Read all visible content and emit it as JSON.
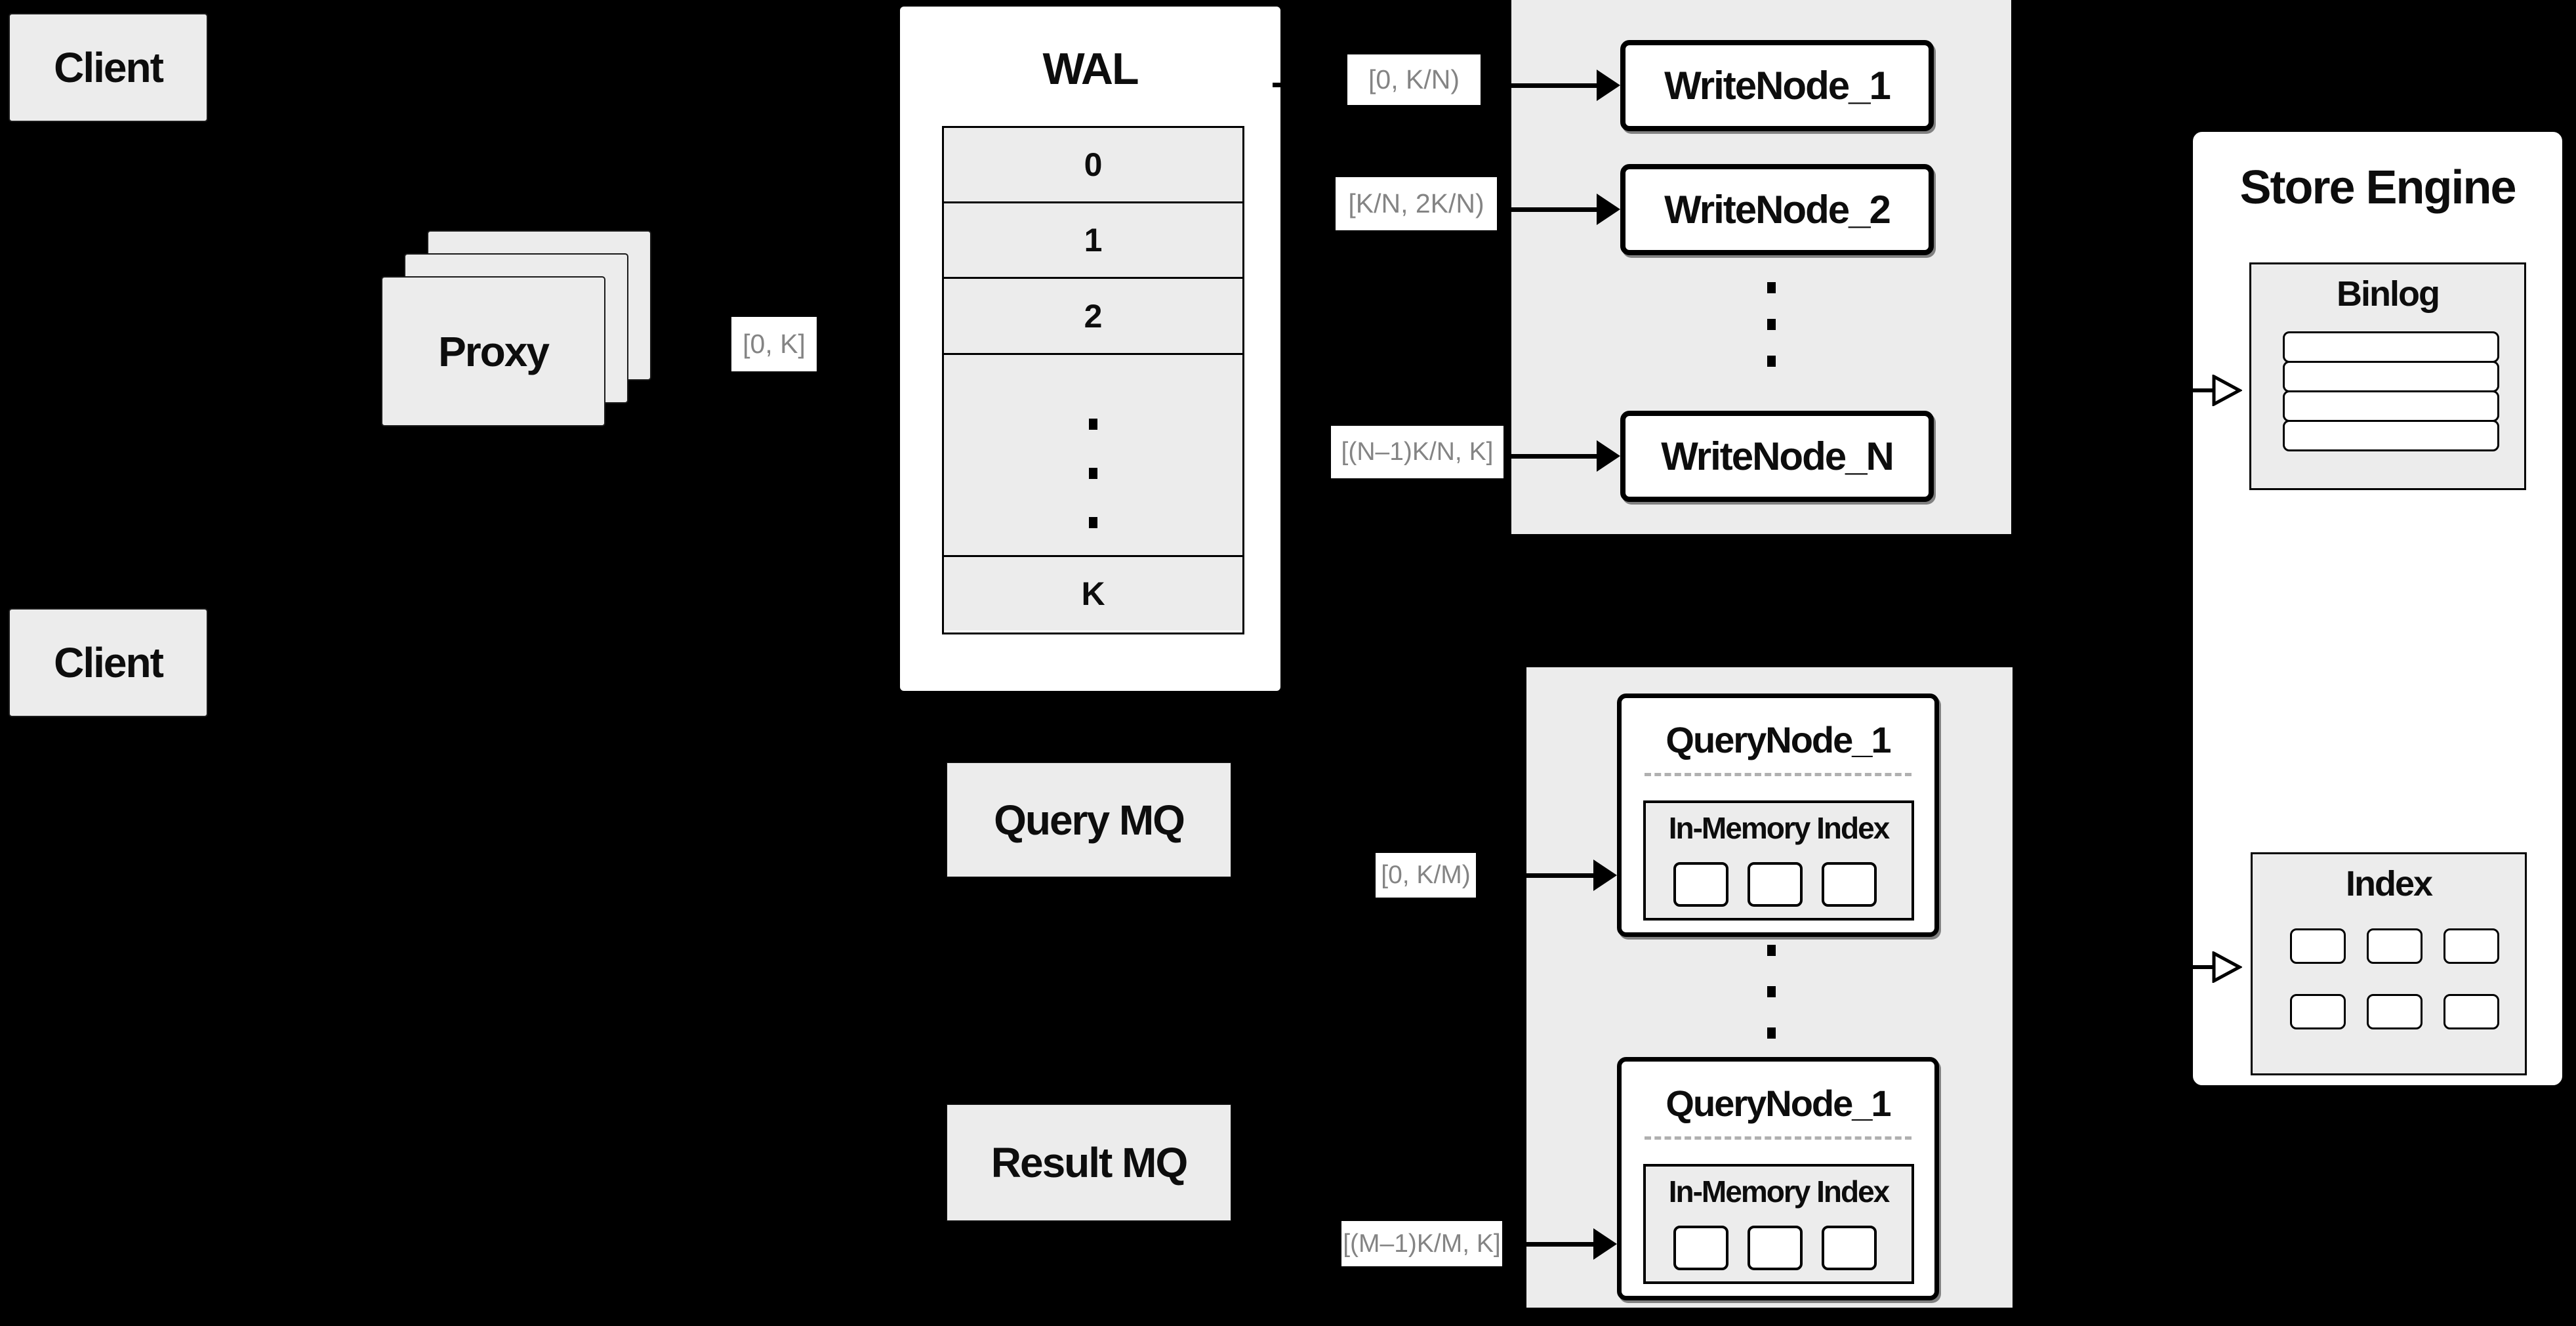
{
  "colors": {
    "background": "#000000",
    "panel_gray": "#ececec",
    "box_white": "#ffffff",
    "line_black": "#000000",
    "range_text_gray": "#848484",
    "dashed_separator": "#b0b0b0"
  },
  "diagram": {
    "clients": {
      "top": "Client",
      "bottom": "Client"
    },
    "proxy": {
      "label": "Proxy",
      "range": "[0, K]"
    },
    "wal": {
      "title": "WAL",
      "rows": [
        "0",
        "1",
        "2"
      ],
      "last_row": "K"
    },
    "write_section": {
      "nodes": [
        {
          "label": "WriteNode_1",
          "range": "[0,  K/N)"
        },
        {
          "label": "WriteNode_2",
          "range": "[K/N, 2K/N)"
        },
        {
          "label": "WriteNode_N",
          "range": "[(N–1)K/N,  K]"
        }
      ]
    },
    "query_section": {
      "query_mq": "Query MQ",
      "result_mq": "Result MQ",
      "nodes": [
        {
          "label": "QueryNode_1",
          "inner": "In-Memory Index",
          "range": "[0, K/M)"
        },
        {
          "label": "QueryNode_1",
          "inner": "In-Memory Index",
          "range": "[(M–1)K/M, K]"
        }
      ]
    },
    "store_engine": {
      "title": "Store Engine",
      "binlog": "Binlog",
      "index": "Index"
    }
  }
}
